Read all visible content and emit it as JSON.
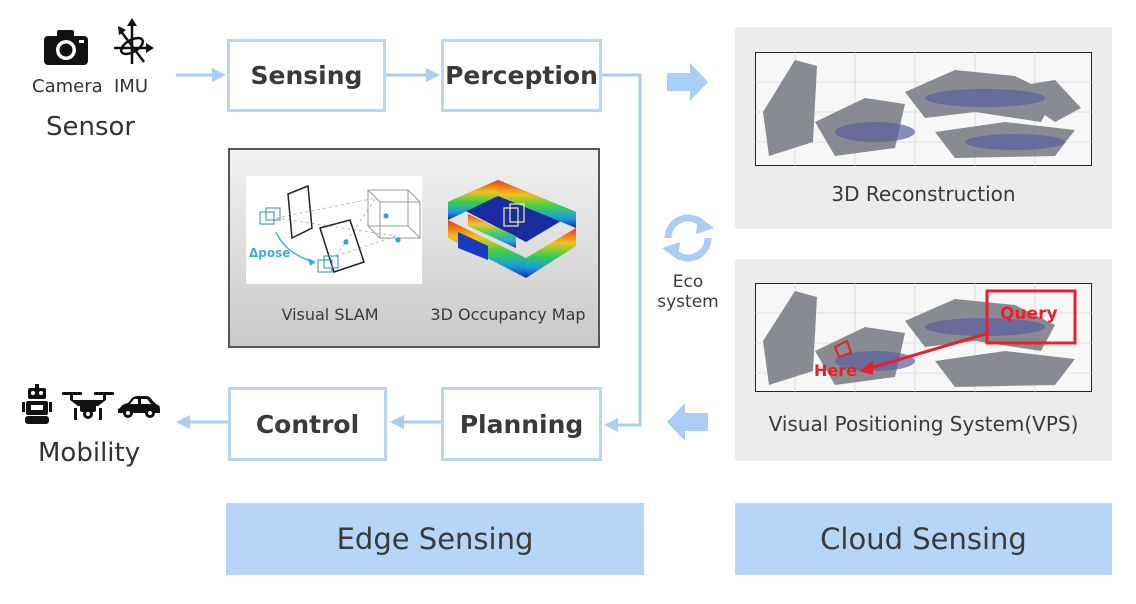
{
  "sensor": {
    "camera_label": "Camera",
    "imu_label": "IMU",
    "group_label": "Sensor"
  },
  "pipeline": {
    "sensing": "Sensing",
    "perception": "Perception",
    "planning": "Planning",
    "control": "Control"
  },
  "edge_panel": {
    "slam_caption": "Visual SLAM",
    "slam_delta_label": "Δpose",
    "occupancy_caption": "3D Occupancy Map"
  },
  "cloud": {
    "reconstruction_caption": "3D Reconstruction",
    "vps_caption": "Visual Positioning System(VPS)",
    "query_label": "Query",
    "here_label": "Here"
  },
  "ecosystem": {
    "line1": "Eco",
    "line2": "system"
  },
  "mobility": {
    "label": "Mobility"
  },
  "bands": {
    "edge": "Edge Sensing",
    "cloud": "Cloud Sensing"
  },
  "colors": {
    "arrow_blue": "#a9cdf5",
    "node_border": "#b9d6f7",
    "band_blue": "#b7d5f7",
    "panel_gray": "#ececec",
    "highlight_red": "#e8202a"
  },
  "icons": [
    "camera-icon",
    "imu-icon",
    "robot-icon",
    "drone-icon",
    "car-icon",
    "cycle-arrows-icon"
  ]
}
